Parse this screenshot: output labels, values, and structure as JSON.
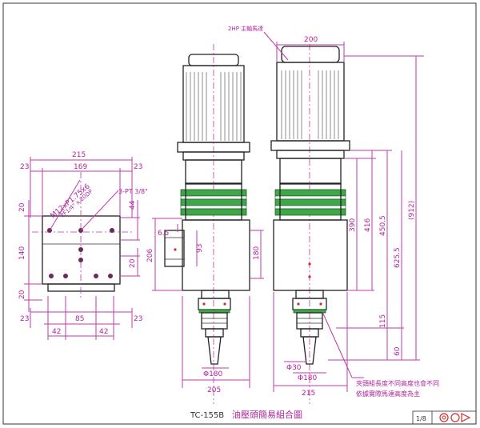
{
  "title": {
    "model": "TC-155B",
    "name": "油壓頭簡易組合圖"
  },
  "notes": {
    "motor": "2HP 主軸馬達",
    "port": "3-PT 3/8\"",
    "mount": "M12xP1.75x6",
    "mount_sub": "PF1/4\" x 20DP",
    "spindle": [
      "夾頭組長度不同高度也會不同",
      "依據實際馬達高度為主"
    ]
  },
  "dims": {
    "flange": {
      "w215": "215",
      "w169": "169",
      "l23a": "23",
      "r23a": "23",
      "h20a": "20",
      "h140": "140",
      "h20b": "20",
      "l23b": "23",
      "w85": "85",
      "r23b": "23",
      "w42a": "42",
      "w42b": "42",
      "h44": "44",
      "h20c": "20"
    },
    "side": {
      "h6_5": "6.5",
      "h93": "93",
      "h206": "206",
      "h180": "180",
      "d180": "Φ180",
      "w205": "205"
    },
    "front": {
      "w200": "200",
      "h390": "390",
      "h416": "416",
      "h450_5": "450.5",
      "h625_5": "625.5",
      "h912": "(912)",
      "h115": "115",
      "h60": "60",
      "d30": "Φ30",
      "d180": "Φ180",
      "w215": "215"
    }
  },
  "corner_box": {
    "label": "1/8"
  },
  "colors": {
    "dimension": "#b0239a",
    "rings": "#3fa64a",
    "outline": "#222222"
  }
}
